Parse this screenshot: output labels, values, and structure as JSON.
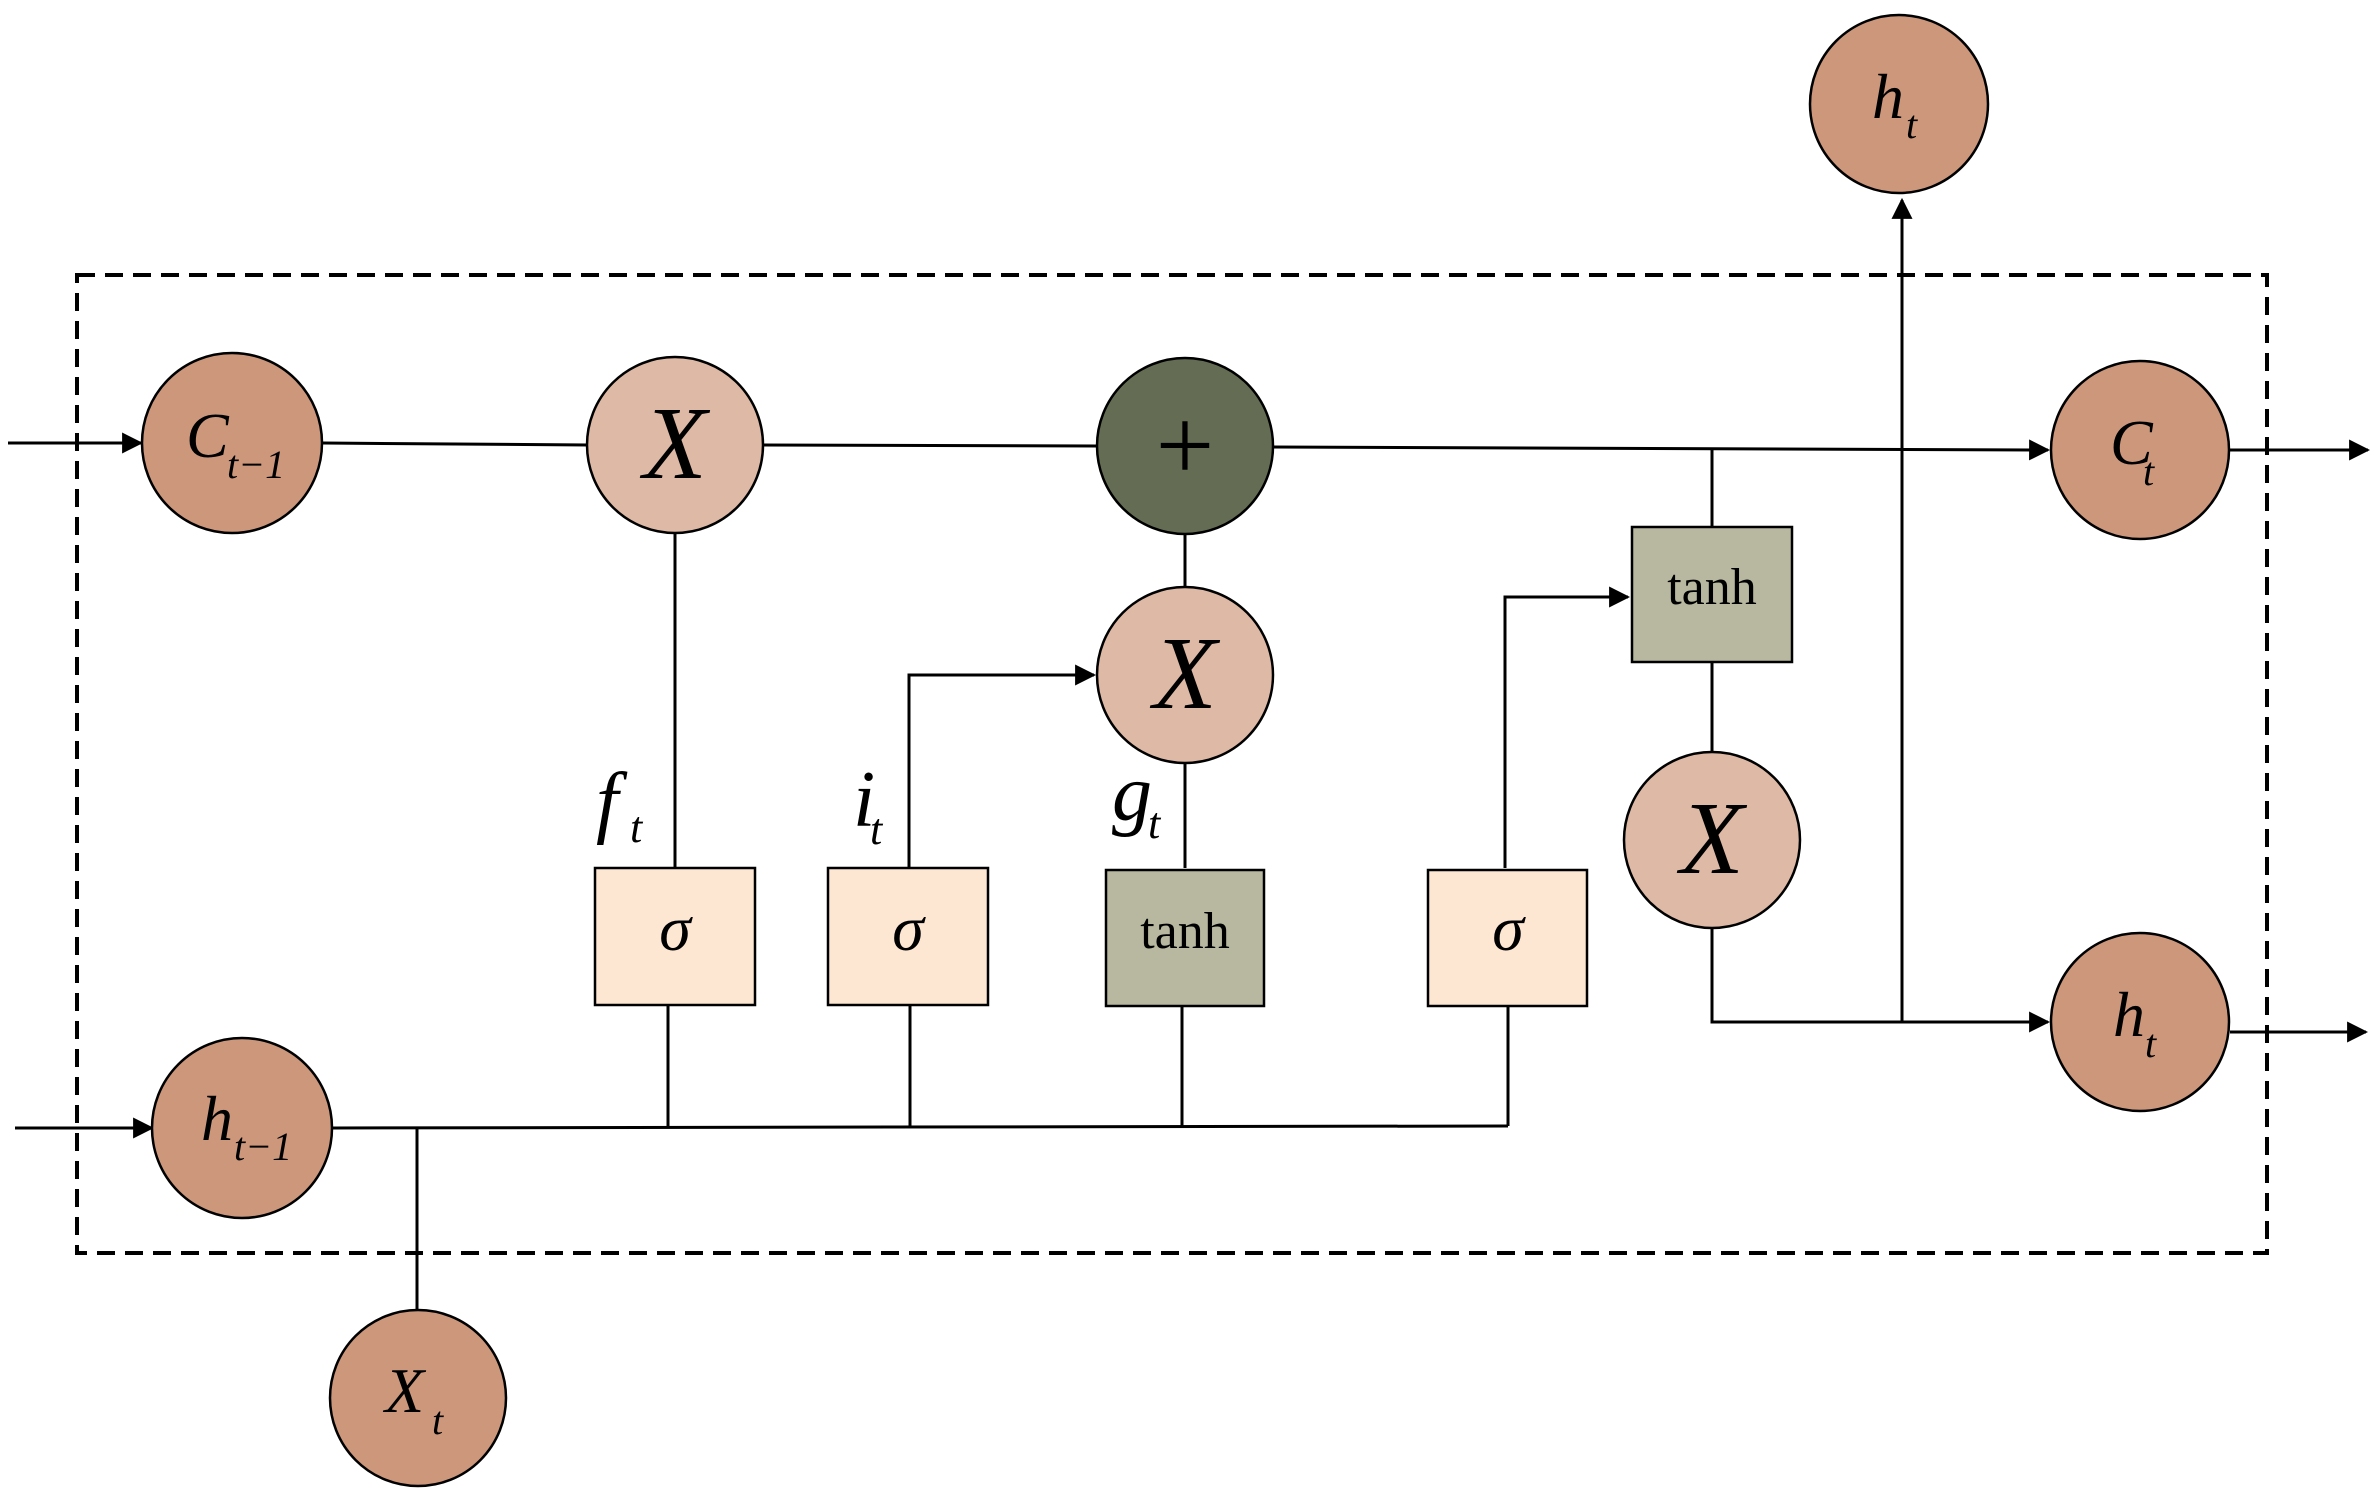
{
  "nodes": {
    "c_prev": {
      "main": "C",
      "sub": "t−1"
    },
    "h_prev": {
      "main": "h",
      "sub": "t−1"
    },
    "x_t": {
      "main": "X",
      "sub": "t"
    },
    "c_t": {
      "main": "C",
      "sub": "t"
    },
    "h_t_right": {
      "main": "h",
      "sub": "t"
    },
    "h_t_top": {
      "main": "h",
      "sub": "t"
    }
  },
  "ops": {
    "multiply": "X",
    "add": "+",
    "sigma": "σ",
    "tanh": "tanh"
  },
  "gates": {
    "f": {
      "main": "f",
      "sub": "t"
    },
    "i": {
      "main": "i",
      "sub": "t"
    },
    "g": {
      "main": "g",
      "sub": "t"
    }
  },
  "colors": {
    "io_node": "#cd977c",
    "multiply_node": "#deb9a5",
    "add_node": "#646d54",
    "sigma_box": "#fde7d3",
    "tanh_box": "#b8b8a0"
  }
}
